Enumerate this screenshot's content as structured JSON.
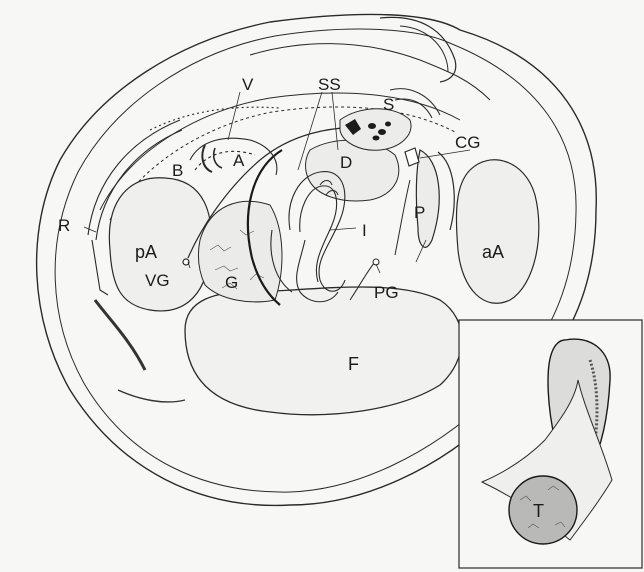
{
  "figure": {
    "labels": {
      "V": "V",
      "SS": "SS",
      "S": "S",
      "CG": "CG",
      "B": "B",
      "A": "A",
      "D": "D",
      "R": "R",
      "pA": "pA",
      "I": "I",
      "P": "P",
      "aA": "aA",
      "VG": "VG",
      "G": "G",
      "PG": "PG",
      "F": "F"
    },
    "inset": {
      "T": "T"
    },
    "colors": {
      "line": "#2a2a2a",
      "paper": "#f7f7f6",
      "shade": "#9a9a9a",
      "fill": "#e4e4e2"
    }
  }
}
